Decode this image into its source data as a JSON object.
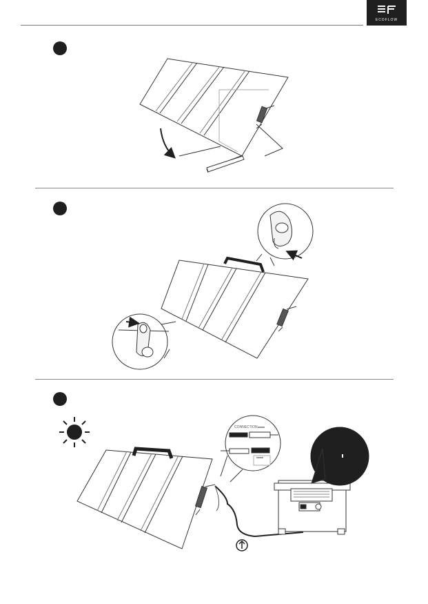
{
  "brand": {
    "logo_text": "ECOFLOW",
    "logo_bg": "#1f1f1f"
  },
  "steps": [
    {
      "name": "unfold-stand"
    },
    {
      "name": "attach-carry-handle"
    },
    {
      "name": "connect-to-power-station"
    }
  ],
  "icons": {
    "sun": "sun-icon",
    "arrow_up": "arrow-up-circle-icon"
  },
  "callout_label": "CONNECTION",
  "colors": {
    "ink": "#1f1f1f",
    "line": "#333333",
    "muted": "#888888"
  }
}
